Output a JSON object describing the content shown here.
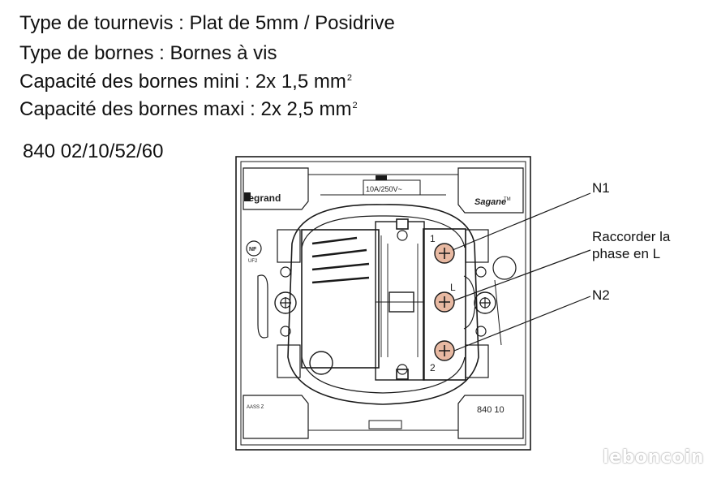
{
  "specs": {
    "line1": "Type de tournevis : Plat de 5mm / Posidrive",
    "line2": "Type de bornes : Bornes à vis",
    "line3_text": "Capacité des bornes mini : 2x 1,5 mm",
    "line3_sup": "2",
    "line4_text": "Capacité des bornes maxi : 2x 2,5 mm",
    "line4_sup": "2"
  },
  "reference": "840 02/10/52/60",
  "device": {
    "brand": "legrand",
    "series": "Sagane",
    "series_mark": "TM",
    "rating": "10A/250V~",
    "nf_mark": "NF",
    "nf_sub": "UF2",
    "cert_text": "AASS Z",
    "model_code": "840 10",
    "terminal_1": "1",
    "terminal_L": "L",
    "terminal_2": "2"
  },
  "callouts": {
    "n1": "N1",
    "phase_line1": "Raccorder la",
    "phase_line2": "phase en L",
    "n2": "N2"
  },
  "watermark": "leboncoin",
  "colors": {
    "copper": "#e8b9a2",
    "line": "#1a1a1a",
    "frame_fill": "#ffffff"
  }
}
